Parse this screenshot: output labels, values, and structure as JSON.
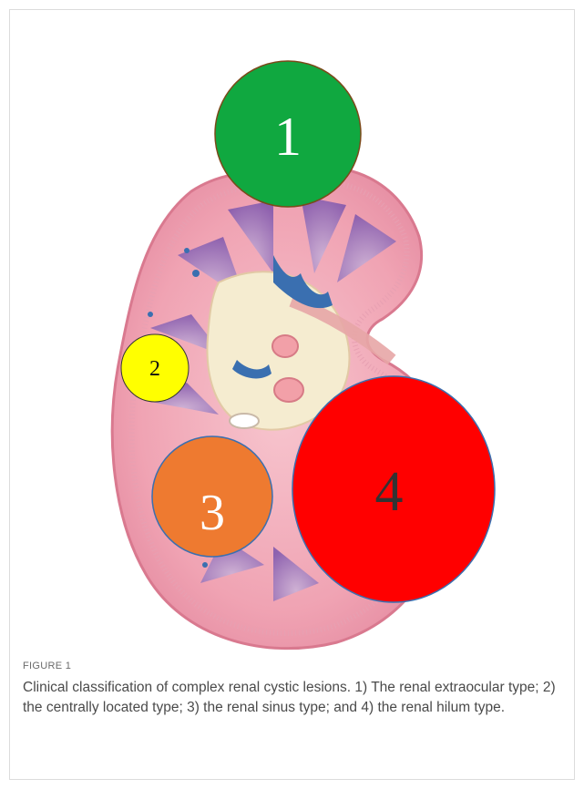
{
  "figure": {
    "label": "FIGURE 1",
    "caption": "Clinical classification of complex renal cystic lesions. 1) The renal extraocular type; 2) the centrally located type; 3) the renal sinus type; and 4) the renal hilum type."
  },
  "markers": [
    {
      "number": "1",
      "color": "#10a840"
    },
    {
      "number": "2",
      "color": "#ffff00"
    },
    {
      "number": "3",
      "color": "#ee7a30"
    },
    {
      "number": "4",
      "color": "#ff0000"
    }
  ],
  "colors": {
    "kidney_cortex": "#f2a7b6",
    "kidney_outline": "#d9798f",
    "pyramid": "#8a63b8",
    "sinus": "#f5ecd0",
    "vessel_blue": "#3a6fb0"
  }
}
